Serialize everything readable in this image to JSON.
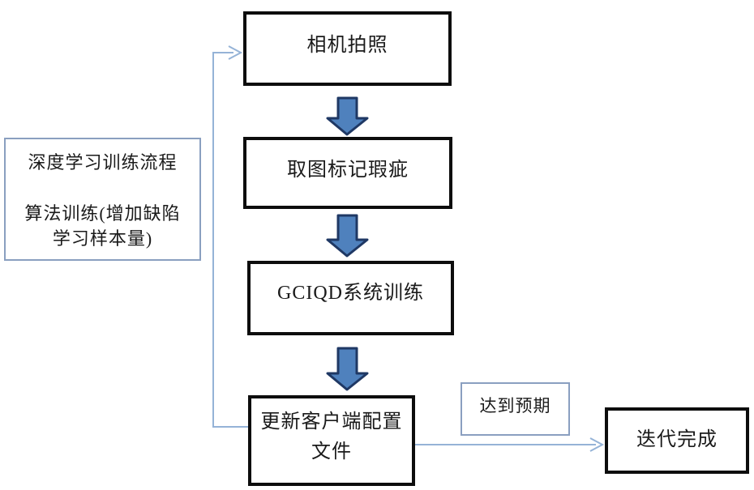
{
  "flow": {
    "step_camera": "相机拍照",
    "step_defects": "取图标记瑕疵",
    "step_training": "GCIQD系统训练",
    "step_update_line1": "更新客户端配置",
    "step_update_line2": "文件",
    "side_note_line1": "深度学习训练流程",
    "side_note_line2": "算法训练(增加缺陷",
    "side_note_line3": "学习样本量)",
    "condition_label": "达到预期",
    "step_end": "迭代完成"
  },
  "colors": {
    "box_border": "#0d0d0d",
    "thin_border": "#8a9fc0",
    "arrow_fill": "#4f81bd",
    "arrow_stroke": "#1f3864",
    "connector": "#95b3d7"
  }
}
